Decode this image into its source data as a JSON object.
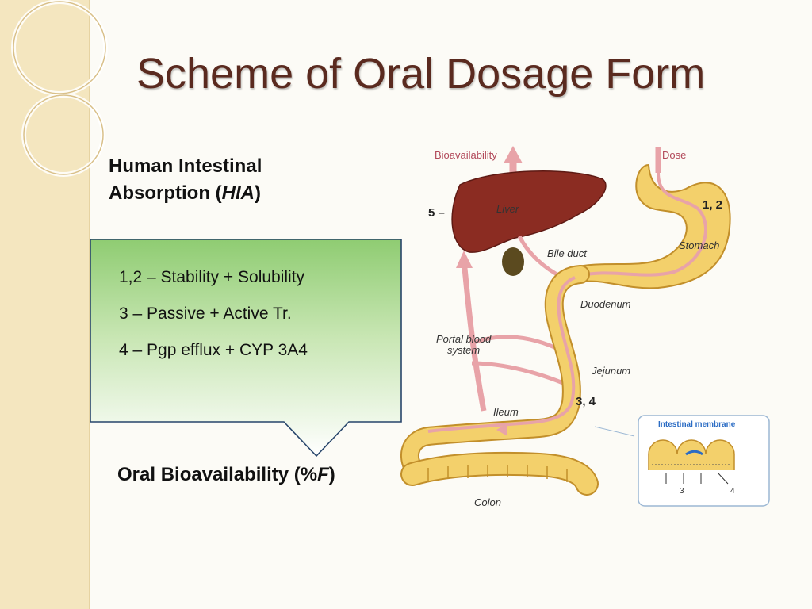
{
  "title": "Scheme of Oral Dosage Form",
  "hia": {
    "line1": "Human Intestinal",
    "line2_prefix": "Absorption (",
    "line2_italic": "HIA",
    "line2_suffix": ")"
  },
  "callout": {
    "lines": [
      "1,2 – Stability + Solubility",
      "3 – Passive + Active Tr.",
      "4 – Pgp efflux + CYP 3A4"
    ]
  },
  "oral": {
    "prefix": "Oral Bioavailability (%",
    "italic": "F",
    "suffix": ")"
  },
  "diagram": {
    "labels": {
      "bioavailability": "Bioavailability",
      "dose": "Dose",
      "five": "5 –",
      "liver": "Liver",
      "one_two": "1, 2",
      "stomach": "Stomach",
      "bile_duct": "Bile duct",
      "duodenum": "Duodenum",
      "portal_line1": "Portal blood",
      "portal_line2": "system",
      "jejunum": "Jejunum",
      "three_four": "3, 4",
      "ileum": "Ileum",
      "colon": "Colon",
      "membrane_title": "Intestinal membrane",
      "membrane_3": "3",
      "membrane_4": "4"
    }
  },
  "colors": {
    "title": "#5a2a1f",
    "callout_top": "#8fcc72",
    "callout_bottom": "#ffffff",
    "callout_border": "#27456b",
    "liver": "#8b2c22",
    "gut": "#f3d06b",
    "gut_outline": "#c28f2b",
    "arrow_pink": "#e8a3a8",
    "strip": "#f4e6bf"
  }
}
